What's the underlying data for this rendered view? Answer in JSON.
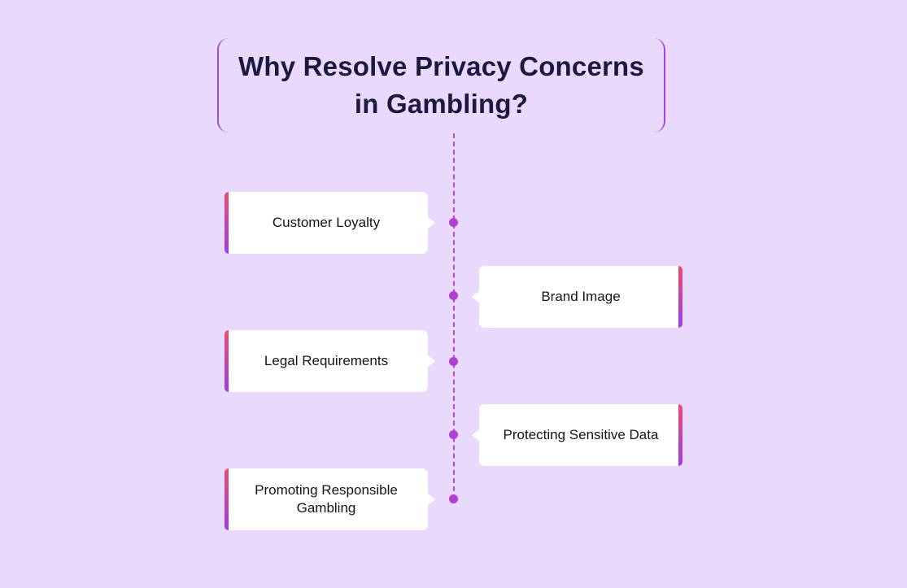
{
  "title": "Why Resolve Privacy Concerns in Gambling?",
  "items": [
    {
      "label": "Customer Loyalty"
    },
    {
      "label": "Brand Image"
    },
    {
      "label": "Legal Requirements"
    },
    {
      "label": "Protecting Sensitive Data"
    },
    {
      "label": "Promoting Responsible Gambling"
    }
  ],
  "colors": {
    "background": "#e9d9fd",
    "accent": "#b03fd6",
    "bar_top": "#ea4c6d",
    "bar_bottom": "#9b3ee8",
    "title_text": "#1d1840"
  }
}
